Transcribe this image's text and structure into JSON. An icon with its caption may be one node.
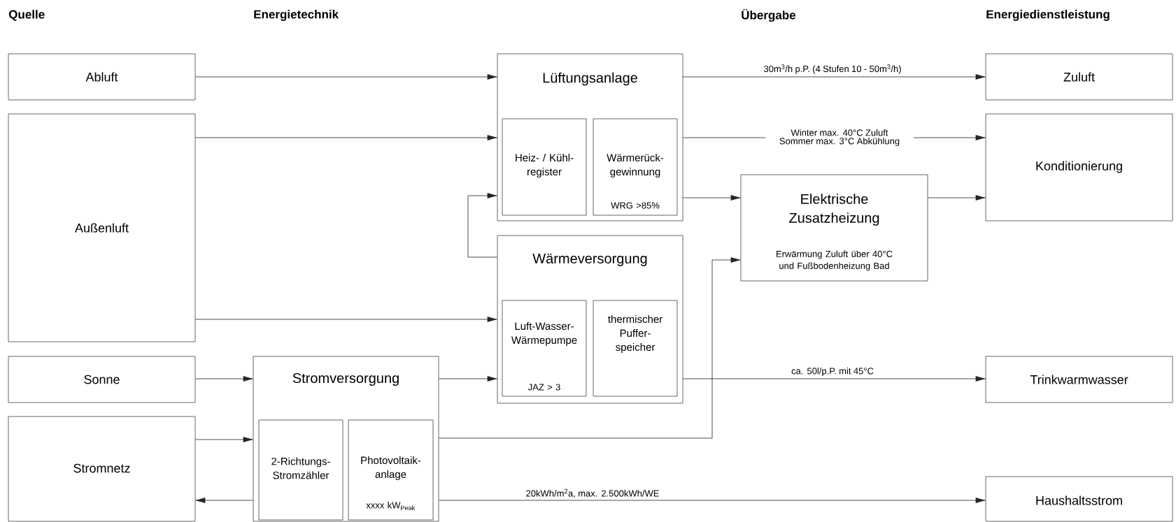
{
  "diagram": {
    "nodes": [
      {
        "text": [
          "Abluft"
        ]
      },
      {
        "text": [
          "Außenluft"
        ]
      },
      {
        "text": [
          "Sonne"
        ]
      },
      {
        "text": [
          "Stromnetz"
        ]
      },
      {
        "text": [
          "Lüftungsanlage"
        ]
      },
      {
        "text": [
          "Heiz- / Kühl- register"
        ],
        "in": 4
      },
      {
        "text": [
          "Wärmerück- gewinnung",
          "WRG >85%"
        ],
        "in": 4
      },
      {
        "text": [
          "Wärmeversorgung"
        ]
      },
      {
        "text": [
          "Luft-Wasser- Wärmepumpe",
          "JAZ > 3"
        ],
        "in": 7
      },
      {
        "text": [
          "thermischer Puffer- speicher"
        ],
        "in": 7
      },
      {
        "text": [
          "Stromversorgung"
        ]
      },
      {
        "text": [
          "2-Richtungs- Stromzähler"
        ],
        "in": 10
      },
      {
        "text": [
          "Photovoltaik- anlage",
          "xxxx kW$_{Peak}$"
        ],
        "in": 10
      },
      {
        "text": [
          "Elektrische Zusatzheizung",
          "Erwärmung Zuluft über 40°C und Fußbodenheizung Bad"
        ]
      },
      {
        "text": [
          "Zuluft"
        ]
      },
      {
        "text": [
          "Konditionierung"
        ]
      },
      {
        "text": [
          "Trinkwarmwasser"
        ]
      },
      {
        "text": [
          "Haushaltsstrom"
        ]
      }
    ],
    "edges": [
      {
        "from": 0,
        "to": 4,
        "arrow": "to"
      },
      {
        "from": 1,
        "to": 4,
        "arrow": "to"
      },
      {
        "from": 1,
        "to": 7,
        "arrow": "to"
      },
      {
        "from": 7,
        "to": 4,
        "arrow": "to"
      },
      {
        "from": 4,
        "to": 14,
        "arrow": "to",
        "label": "30m$^{3}$/h p.P. (4 Stufen 10 - 50m$^{3}$/h)"
      },
      {
        "from": 4,
        "to": 15,
        "arrow": "to",
        "label": "Winter max. 40°C Zuluft Sommer max. 3°C Abkühlung"
      },
      {
        "from": 4,
        "to": 13,
        "arrow": "to"
      },
      {
        "from": 13,
        "to": 15,
        "arrow": "to"
      },
      {
        "from": 2,
        "to": 10,
        "arrow": "to"
      },
      {
        "from": 3,
        "to": 10,
        "arrow": "to"
      },
      {
        "from": 10,
        "to": 3,
        "arrow": "to"
      },
      {
        "from": 10,
        "to": 7,
        "arrow": "to"
      },
      {
        "from": 7,
        "to": 16,
        "arrow": "to",
        "label": "ca. 50l/p.P. mit 45°C"
      },
      {
        "from": 10,
        "to": 13,
        "arrow": "to"
      },
      {
        "from": 10,
        "to": 17,
        "arrow": "to",
        "label": "20kWh/m$^{2}$a, max. 2.500kWh/WE"
      }
    ],
    "labels": [
      "Quelle",
      "Energietechnik",
      "Übergabe",
      "Energiedienstleistung"
    ]
  }
}
